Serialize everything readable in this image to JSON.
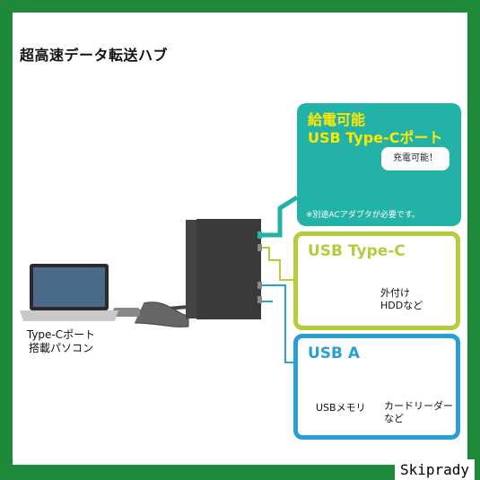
{
  "title": "超高速データ転送ハブ",
  "laptop": {
    "label_line1": "Type-Cポート",
    "label_line2": "搭載パソコン"
  },
  "power_panel": {
    "title_line1": "給電可能",
    "title_line2": "USB Type-Cポート",
    "bubble": "充電可能！",
    "note": "※別途ACアダプタが必要です。"
  },
  "typec_panel": {
    "title": "USB Type-C",
    "device_line1": "外付け",
    "device_line2": "HDDなど"
  },
  "usba_panel": {
    "title": "USB A",
    "device1": "USBメモリ",
    "device2_line1": "カードリーダー",
    "device2_line2": "など"
  },
  "watermark": "Skiprady",
  "colors": {
    "frame_green": "#1f8a3a",
    "teal": "#22b2a8",
    "yellow": "#ffe800",
    "lime": "#b7cc3a",
    "blue": "#2a9fd6"
  }
}
